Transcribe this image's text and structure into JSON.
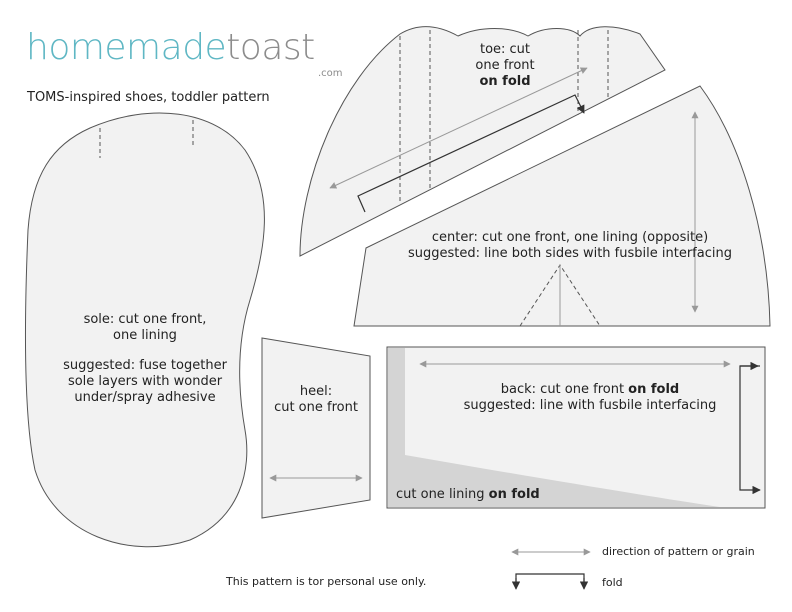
{
  "logo": {
    "part1": "homemade",
    "part2": "toast",
    "suffix": ".com",
    "color_primary": "#5fb7c4",
    "color_secondary": "#8c8c8c"
  },
  "subtitle": "TOMS-inspired shoes, toddler pattern",
  "pieces": {
    "toe": {
      "line1": "toe: cut",
      "line2": "one front",
      "line3": "on fold"
    },
    "center": {
      "line1": "center: cut one front, one lining (opposite)",
      "line2": "suggested: line both sides with fusbile interfacing"
    },
    "sole": {
      "line1": "sole: cut one front,",
      "line2": "one lining",
      "line3": "suggested: fuse together",
      "line4": "sole layers with wonder",
      "line5": "under/spray adhesive"
    },
    "heel": {
      "line1": "heel:",
      "line2": "cut one front"
    },
    "back": {
      "line1_text": "back: cut one front ",
      "line1_bold": "on fold",
      "line2": "suggested: line with fusbile interfacing",
      "lining_text": "cut one lining ",
      "lining_bold": "on fold"
    }
  },
  "legend": {
    "grain_label": "direction of pattern or grain",
    "fold_label": "fold"
  },
  "footer": {
    "note": "This pattern is tor personal use only."
  },
  "colors": {
    "piece_fill": "#f2f2f2",
    "lining_fill": "#d4d4d4",
    "grain_arrow": "#999999",
    "fold_arrow": "#333333"
  }
}
